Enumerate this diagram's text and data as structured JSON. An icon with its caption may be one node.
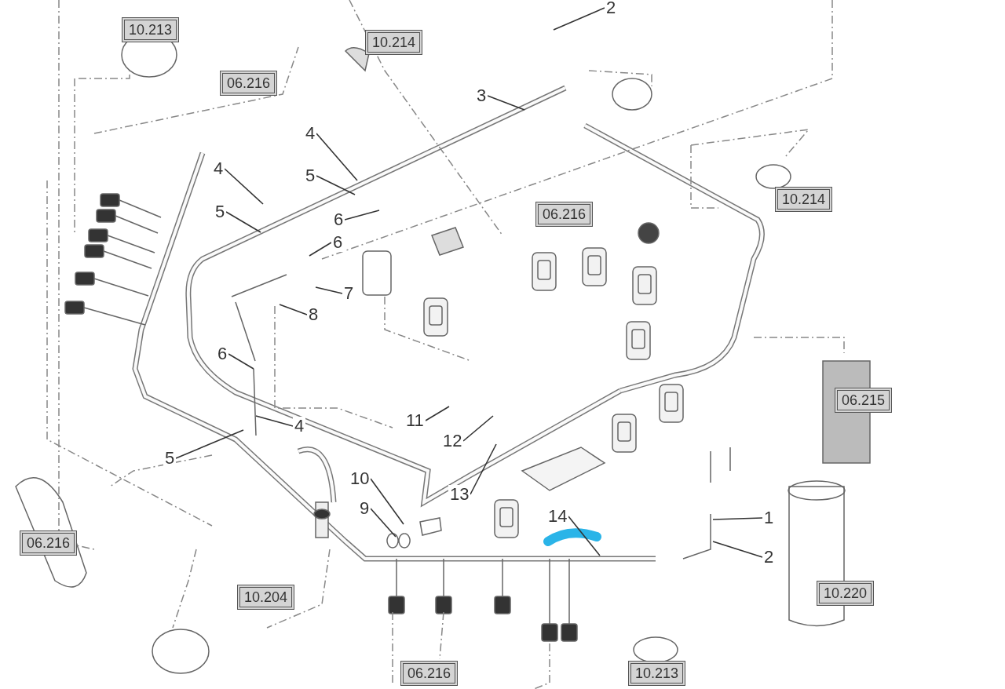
{
  "diagram": {
    "nodes": [
      {
        "text": [
          "2"
        ]
      },
      {
        "text": [
          "10.213"
        ]
      },
      {
        "text": [
          "10.214"
        ]
      },
      {
        "text": [
          "06.216"
        ]
      },
      {
        "text": [
          "3"
        ]
      },
      {
        "text": [
          "4"
        ]
      },
      {
        "text": [
          "4"
        ]
      },
      {
        "text": [
          "5"
        ]
      },
      {
        "text": [
          "10.214"
        ]
      },
      {
        "text": [
          "06.216"
        ]
      },
      {
        "text": [
          "5"
        ]
      },
      {
        "text": [
          "6"
        ]
      },
      {
        "text": [
          "6"
        ]
      },
      {
        "text": [
          "7"
        ]
      },
      {
        "text": [
          "8"
        ]
      },
      {
        "text": [
          "6"
        ]
      },
      {
        "text": [
          "06.215"
        ]
      },
      {
        "text": [
          "11"
        ]
      },
      {
        "text": [
          "4"
        ]
      },
      {
        "text": [
          "12"
        ]
      },
      {
        "text": [
          "5"
        ]
      },
      {
        "text": [
          "10"
        ]
      },
      {
        "text": [
          "13"
        ]
      },
      {
        "text": [
          "9"
        ]
      },
      {
        "text": [
          "14"
        ]
      },
      {
        "text": [
          "1"
        ]
      },
      {
        "text": [
          "06.216"
        ]
      },
      {
        "text": [
          "2"
        ]
      },
      {
        "text": [
          "10.220"
        ]
      },
      {
        "text": [
          "10.204"
        ]
      },
      {
        "text": [
          "10.213"
        ]
      },
      {
        "text": [
          "06.216"
        ]
      }
    ],
    "edges": [
      {
        "from": 0,
        "to": null,
        "arrow": "none"
      },
      {
        "from": 4,
        "to": null,
        "arrow": "none"
      },
      {
        "from": 5,
        "to": null,
        "arrow": "none"
      },
      {
        "from": 6,
        "to": null,
        "arrow": "none"
      },
      {
        "from": 7,
        "to": null,
        "arrow": "none"
      },
      {
        "from": 10,
        "to": null,
        "arrow": "none"
      },
      {
        "from": 11,
        "to": null,
        "arrow": "none"
      },
      {
        "from": 12,
        "to": null,
        "arrow": "none"
      },
      {
        "from": 13,
        "to": null,
        "arrow": "none"
      },
      {
        "from": 14,
        "to": null,
        "arrow": "none"
      },
      {
        "from": 15,
        "to": null,
        "arrow": "none"
      },
      {
        "from": 17,
        "to": null,
        "arrow": "none"
      },
      {
        "from": 18,
        "to": null,
        "arrow": "none"
      },
      {
        "from": 19,
        "to": null,
        "arrow": "none"
      },
      {
        "from": 20,
        "to": null,
        "arrow": "none"
      },
      {
        "from": 21,
        "to": null,
        "arrow": "none"
      },
      {
        "from": 22,
        "to": null,
        "arrow": "none"
      },
      {
        "from": 23,
        "to": null,
        "arrow": "none"
      },
      {
        "from": 24,
        "to": null,
        "arrow": "none"
      },
      {
        "from": 25,
        "to": null,
        "arrow": "none"
      },
      {
        "from": 27,
        "to": null,
        "arrow": "none"
      }
    ]
  }
}
